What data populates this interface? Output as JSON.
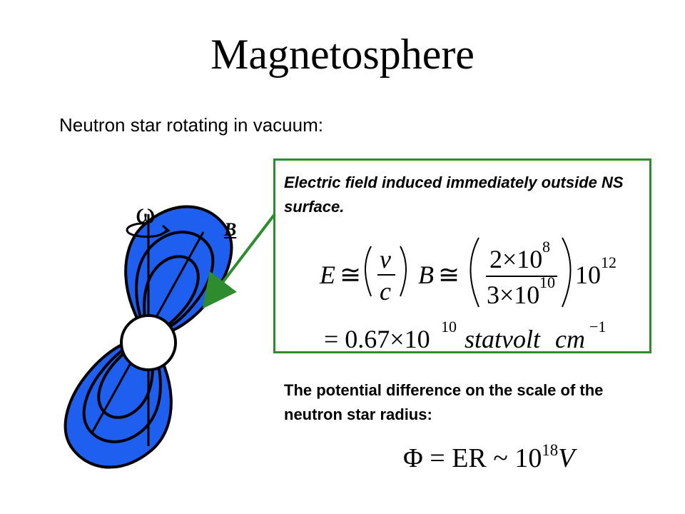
{
  "slide": {
    "title": "Magnetosphere",
    "subtitle": "Neutron star rotating in vacuum:"
  },
  "diagram": {
    "rotation_symbol": "ω",
    "field_label": "B",
    "lobe_color": "#1e5ff0",
    "box_border_color": "#2e8b2e",
    "arrow_color": "#2e8b2e"
  },
  "efield_box": {
    "heading": "Electric field induced immediately outside NS surface.",
    "eq1": {
      "lhs": "E",
      "approx": "≅",
      "frac1_num": "v",
      "frac1_den": "c",
      "B": "B",
      "frac2_num": "2×10",
      "frac2_num_exp": "8",
      "frac2_den": "3×10",
      "frac2_den_exp": "10",
      "factor": "10",
      "factor_exp": "12"
    },
    "eq2": {
      "prefix": "= 0.67×10",
      "exp": "10",
      "unit1": "statvolt",
      "unit2": "cm",
      "unit2_exp": "−1"
    }
  },
  "potential": {
    "text": "The potential difference on the scale of the neutron star radius:",
    "eq_prefix": "Φ = ER ~ 10",
    "eq_exp": "18",
    "eq_unit": "V"
  }
}
